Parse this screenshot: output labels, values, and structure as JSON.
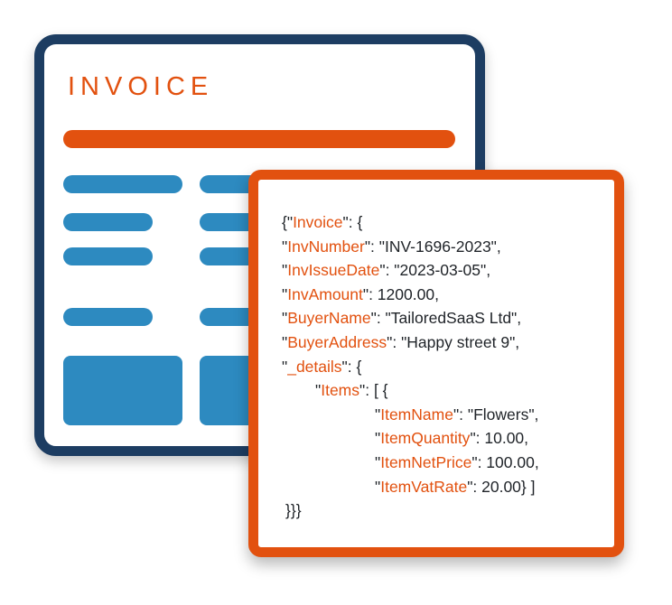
{
  "colors": {
    "navy": "#1d3d62",
    "orange": "#e2510f",
    "blue": "#2d8ac0",
    "dark": "#1f2328"
  },
  "invoice_card": {
    "title": "INVOICE"
  },
  "json_card": {
    "lines": [
      {
        "pre": "{\"",
        "key": "Invoice",
        "post": "\": {"
      },
      {
        "pre": "\"",
        "key": "InvNumber",
        "post": "\": \"INV-1696-2023\","
      },
      {
        "pre": "\"",
        "key": "InvIssueDate",
        "post": "\": \"2023-03-05\","
      },
      {
        "pre": "\"",
        "key": "InvAmount",
        "post": "\": 1200.00,"
      },
      {
        "pre": "\"",
        "key": "BuyerName",
        "post": "\": \"TailoredSaaS Ltd\","
      },
      {
        "pre": "\"",
        "key": "BuyerAddress",
        "post": "\": \"Happy street 9\","
      },
      {
        "pre": "\"",
        "key": "_details",
        "post": "\": {"
      },
      {
        "pre": "\"",
        "key": "Items",
        "post": "\": [ {"
      },
      {
        "pre": "\"",
        "key": "ItemName",
        "post": "\": \"Flowers\","
      },
      {
        "pre": "\"",
        "key": "ItemQuantity",
        "post": "\": 10.00,"
      },
      {
        "pre": "\"",
        "key": "ItemNetPrice",
        "post": "\": 100.00,"
      },
      {
        "pre": "\"",
        "key": "ItemVatRate",
        "post": "\": 20.00} ]"
      },
      {
        "pre": "}}}",
        "key": "",
        "post": ""
      }
    ]
  }
}
